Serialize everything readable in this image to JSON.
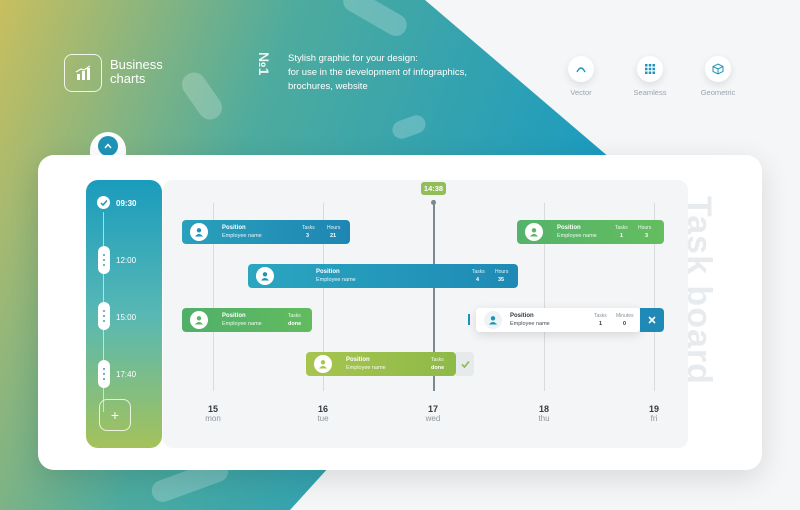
{
  "header": {
    "title_line1": "Business",
    "title_line2": "charts",
    "number": "№1",
    "description_lines": [
      "Stylish graphic for your design:",
      "for use in the development of infographics,",
      "brochures, website"
    ]
  },
  "features": [
    {
      "label": "Vector",
      "icon": "vector-icon"
    },
    {
      "label": "Seamless",
      "icon": "grid-icon"
    },
    {
      "label": "Geometric",
      "icon": "cube-icon"
    }
  ],
  "sidebar": {
    "times": [
      "09:30",
      "12:00",
      "15:00",
      "17:40"
    ],
    "add_label": "+"
  },
  "board": {
    "title": "Task board",
    "current_time": "14:38",
    "days": [
      {
        "num": "15",
        "name": "mon"
      },
      {
        "num": "16",
        "name": "tue"
      },
      {
        "num": "17",
        "name": "wed"
      },
      {
        "num": "18",
        "name": "thu"
      },
      {
        "num": "19",
        "name": "fri"
      }
    ],
    "tasks": [
      {
        "position": "Position",
        "employee": "Employee name",
        "k1": "Tasks",
        "v1": "3",
        "k2": "Hours",
        "v2": "21"
      },
      {
        "position": "Position",
        "employee": "Employee name",
        "k1": "Tasks",
        "v1": "4",
        "k2": "Hours",
        "v2": "35"
      },
      {
        "position": "Position",
        "employee": "Employee name",
        "k1": "Tasks",
        "v1": "done"
      },
      {
        "position": "Position",
        "employee": "Employee name",
        "k1": "Tasks",
        "v1": "done"
      },
      {
        "position": "Position",
        "employee": "Employee name",
        "k1": "Tasks",
        "v1": "1",
        "k2": "Hours",
        "v2": "3"
      },
      {
        "position": "Position",
        "employee": "Employee name",
        "k1": "Tasks",
        "v1": "1",
        "k2": "Minutes",
        "v2": "0"
      }
    ]
  },
  "colors": {
    "teal": "#1f94b8",
    "green": "#5ab565",
    "lime": "#a9c54f",
    "accent": "#93bd5a"
  }
}
